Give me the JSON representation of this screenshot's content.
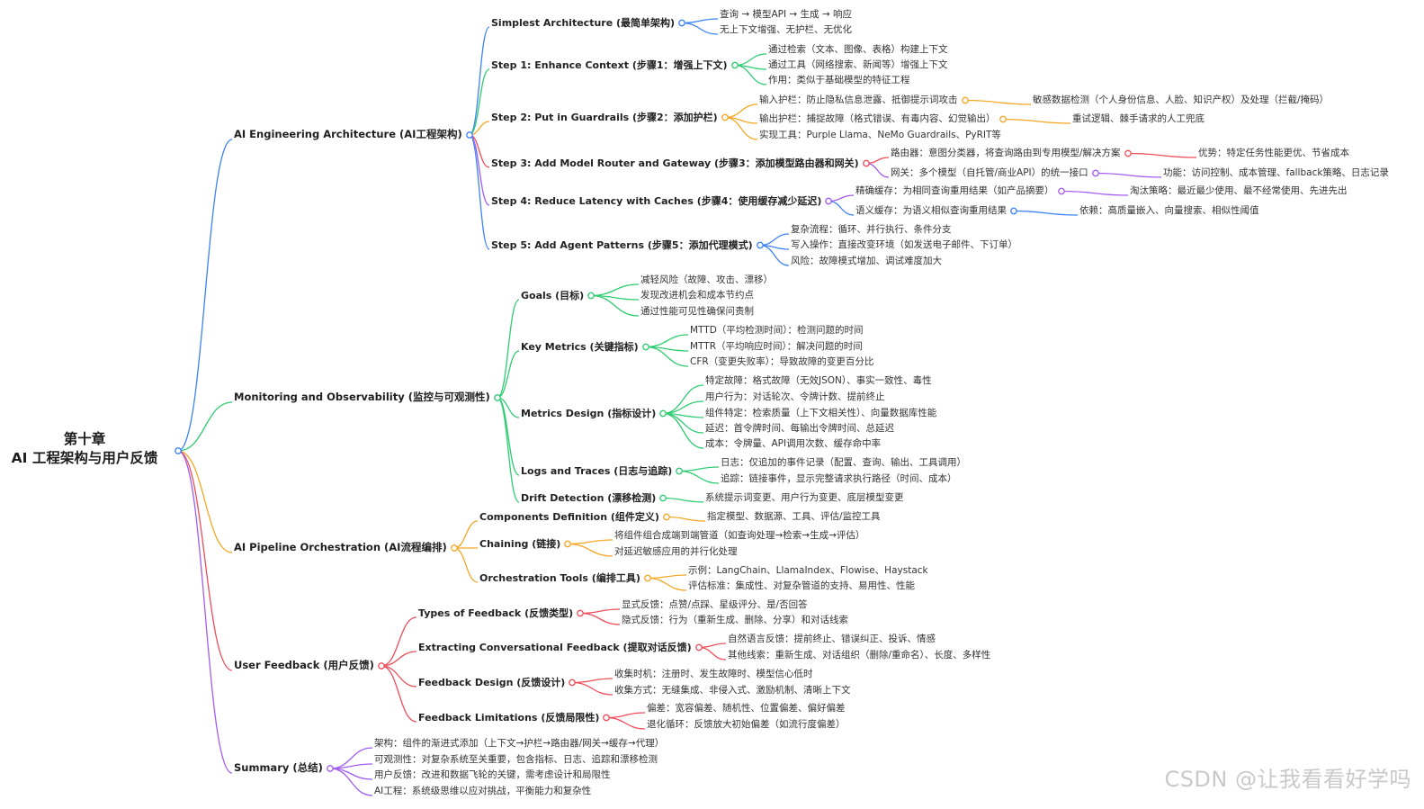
{
  "palette": {
    "blue": "#3b82f6",
    "green": "#2ecc71",
    "orange": "#f5a623",
    "red": "#ee4d5a",
    "purple": "#a15cf0"
  },
  "root": {
    "title_line1": "第十章",
    "title_line2": "AI 工程架构与用户反馈"
  },
  "watermark": "CSDN @让我看看好学吗",
  "branches": [
    {
      "id": "arch",
      "color": "blue",
      "label": "AI Engineering Architecture (AI工程架构)",
      "children": [
        {
          "id": "a1",
          "label": "Simplest Architecture (最简单架构)",
          "children": [
            {
              "id": "a1c1",
              "label": "查询 → 模型API → 生成 → 响应"
            },
            {
              "id": "a1c2",
              "label": "无上下文增强、无护栏、无优化"
            }
          ]
        },
        {
          "id": "a2",
          "label": "Step 1: Enhance Context (步骤1：增强上下文)",
          "children": [
            {
              "id": "a2c1",
              "label": "通过检索（文本、图像、表格）构建上下文"
            },
            {
              "id": "a2c2",
              "label": "通过工具（网络搜索、新闻等）增强上下文"
            },
            {
              "id": "a2c3",
              "label": "作用：类似于基础模型的特征工程"
            }
          ]
        },
        {
          "id": "a3",
          "label": "Step 2: Put in Guardrails (步骤2：添加护栏)",
          "children": [
            {
              "id": "a3c1",
              "label": "输入护栏：防止隐私信息泄露、抵御提示词攻击",
              "children": [
                {
                  "id": "a3c1x",
                  "label": "敏感数据检测（个人身份信息、人脸、知识产权）及处理（拦截/掩码）"
                }
              ]
            },
            {
              "id": "a3c2",
              "label": "输出护栏：捕捉故障（格式错误、有毒内容、幻觉输出）",
              "children": [
                {
                  "id": "a3c2x",
                  "label": "重试逻辑、棘手请求的人工兜底"
                }
              ]
            },
            {
              "id": "a3c3",
              "label": "实现工具：Purple Llama、NeMo Guardrails、PyRIT等"
            }
          ]
        },
        {
          "id": "a4",
          "label": "Step 3: Add Model Router and Gateway (步骤3：添加模型路由器和网关)",
          "children": [
            {
              "id": "a4c1",
              "label": "路由器：意图分类器，将查询路由到专用模型/解决方案",
              "children": [
                {
                  "id": "a4c1x",
                  "label": "优势：特定任务性能更优、节省成本"
                }
              ]
            },
            {
              "id": "a4c2",
              "label": "网关：多个模型（自托管/商业API）的统一接口",
              "children": [
                {
                  "id": "a4c2x",
                  "label": "功能：访问控制、成本管理、fallback策略、日志记录"
                }
              ]
            }
          ]
        },
        {
          "id": "a5",
          "label": "Step 4: Reduce Latency with Caches (步骤4：使用缓存减少延迟)",
          "children": [
            {
              "id": "a5c1",
              "label": "精确缓存：为相同查询重用结果（如产品摘要）",
              "children": [
                {
                  "id": "a5c1x",
                  "label": "淘汰策略：最近最少使用、最不经常使用、先进先出"
                }
              ]
            },
            {
              "id": "a5c2",
              "label": "语义缓存：为语义相似查询重用结果",
              "children": [
                {
                  "id": "a5c2x",
                  "label": "依赖：高质量嵌入、向量搜索、相似性阈值"
                }
              ]
            }
          ]
        },
        {
          "id": "a6",
          "label": "Step 5: Add Agent Patterns (步骤5：添加代理模式)",
          "children": [
            {
              "id": "a6c1",
              "label": "复杂流程：循环、并行执行、条件分支"
            },
            {
              "id": "a6c2",
              "label": "写入操作：直接改变环境（如发送电子邮件、下订单）"
            },
            {
              "id": "a6c3",
              "label": "风险：故障模式增加、调试难度加大"
            }
          ]
        }
      ]
    },
    {
      "id": "mon",
      "color": "green",
      "label": "Monitoring and Observability (监控与可观测性)",
      "children": [
        {
          "id": "m1",
          "label": "Goals (目标)",
          "children": [
            {
              "id": "m1c1",
              "label": "减轻风险（故障、攻击、漂移）"
            },
            {
              "id": "m1c2",
              "label": "发现改进机会和成本节约点"
            },
            {
              "id": "m1c3",
              "label": "通过性能可见性确保问责制"
            }
          ]
        },
        {
          "id": "m2",
          "label": "Key Metrics (关键指标)",
          "children": [
            {
              "id": "m2c1",
              "label": "MTTD（平均检测时间）：检测问题的时间"
            },
            {
              "id": "m2c2",
              "label": "MTTR（平均响应时间）：解决问题的时间"
            },
            {
              "id": "m2c3",
              "label": "CFR（变更失败率）：导致故障的变更百分比"
            }
          ]
        },
        {
          "id": "m3",
          "label": "Metrics Design (指标设计)",
          "children": [
            {
              "id": "m3c1",
              "label": "特定故障：格式故障（无效JSON）、事实一致性、毒性"
            },
            {
              "id": "m3c2",
              "label": "用户行为：对话轮次、令牌计数、提前终止"
            },
            {
              "id": "m3c3",
              "label": "组件特定：检索质量（上下文相关性）、向量数据库性能"
            },
            {
              "id": "m3c4",
              "label": "延迟：首令牌时间、每输出令牌时间、总延迟"
            },
            {
              "id": "m3c5",
              "label": "成本：令牌量、API调用次数、缓存命中率"
            }
          ]
        },
        {
          "id": "m4",
          "label": "Logs and Traces (日志与追踪)",
          "children": [
            {
              "id": "m4c1",
              "label": "日志：仅追加的事件记录（配置、查询、输出、工具调用）"
            },
            {
              "id": "m4c2",
              "label": "追踪：链接事件，显示完整请求执行路径（时间、成本）"
            }
          ]
        },
        {
          "id": "m5",
          "label": "Drift Detection (漂移检测)",
          "children": [
            {
              "id": "m5c1",
              "label": "系统提示词变更、用户行为变更、底层模型变更"
            }
          ]
        }
      ]
    },
    {
      "id": "pipe",
      "color": "orange",
      "label": "AI Pipeline Orchestration (AI流程编排)",
      "children": [
        {
          "id": "p1",
          "label": "Components Definition (组件定义)",
          "children": [
            {
              "id": "p1c1",
              "label": "指定模型、数据源、工具、评估/监控工具"
            }
          ]
        },
        {
          "id": "p2",
          "label": "Chaining (链接)",
          "children": [
            {
              "id": "p2c1",
              "label": "将组件组合成端到端管道（如查询处理→检索→生成→评估）"
            },
            {
              "id": "p2c2",
              "label": "对延迟敏感应用的并行化处理"
            }
          ]
        },
        {
          "id": "p3",
          "label": "Orchestration Tools (编排工具)",
          "children": [
            {
              "id": "p3c1",
              "label": "示例：LangChain、LlamaIndex、Flowise、Haystack"
            },
            {
              "id": "p3c2",
              "label": "评估标准：集成性、对复杂管道的支持、易用性、性能"
            }
          ]
        }
      ]
    },
    {
      "id": "fb",
      "color": "red",
      "label": "User Feedback (用户反馈)",
      "children": [
        {
          "id": "f1",
          "label": "Types of Feedback (反馈类型)",
          "children": [
            {
              "id": "f1c1",
              "label": "显式反馈：点赞/点踩、星级评分、是/否回答"
            },
            {
              "id": "f1c2",
              "label": "隐式反馈：行为（重新生成、删除、分享）和对话线索"
            }
          ]
        },
        {
          "id": "f2",
          "label": "Extracting Conversational Feedback (提取对话反馈)",
          "children": [
            {
              "id": "f2c1",
              "label": "自然语言反馈：提前终止、错误纠正、投诉、情感"
            },
            {
              "id": "f2c2",
              "label": "其他线索：重新生成、对话组织（删除/重命名）、长度、多样性"
            }
          ]
        },
        {
          "id": "f3",
          "label": "Feedback Design (反馈设计)",
          "children": [
            {
              "id": "f3c1",
              "label": "收集时机：注册时、发生故障时、模型信心低时"
            },
            {
              "id": "f3c2",
              "label": "收集方式：无缝集成、非侵入式、激励机制、清晰上下文"
            }
          ]
        },
        {
          "id": "f4",
          "label": "Feedback Limitations (反馈局限性)",
          "children": [
            {
              "id": "f4c1",
              "label": "偏差：宽容偏差、随机性、位置偏差、偏好偏差"
            },
            {
              "id": "f4c2",
              "label": "退化循环：反馈放大初始偏差（如流行度偏差）"
            }
          ]
        }
      ]
    },
    {
      "id": "sum",
      "color": "purple",
      "label": "Summary (总结)",
      "children": [
        {
          "id": "s1",
          "label": "架构：组件的渐进式添加（上下文→护栏→路由器/网关→缓存→代理）"
        },
        {
          "id": "s2",
          "label": "可观测性：对复杂系统至关重要，包含指标、日志、追踪和漂移检测"
        },
        {
          "id": "s3",
          "label": "用户反馈：改进和数据飞轮的关键，需考虑设计和局限性"
        },
        {
          "id": "s4",
          "label": "AI工程：系统级思维以应对挑战，平衡能力和复杂性"
        }
      ]
    }
  ],
  "a4_colors": {
    "a4": "red",
    "a5": "purple",
    "a4c1": "red",
    "a4c2": "purple",
    "a5c1": "purple",
    "a5c2": "blue",
    "a3": "orange",
    "a3c1": "orange",
    "a3c2": "orange",
    "a1": "blue",
    "a2": "green",
    "a6": "blue"
  }
}
